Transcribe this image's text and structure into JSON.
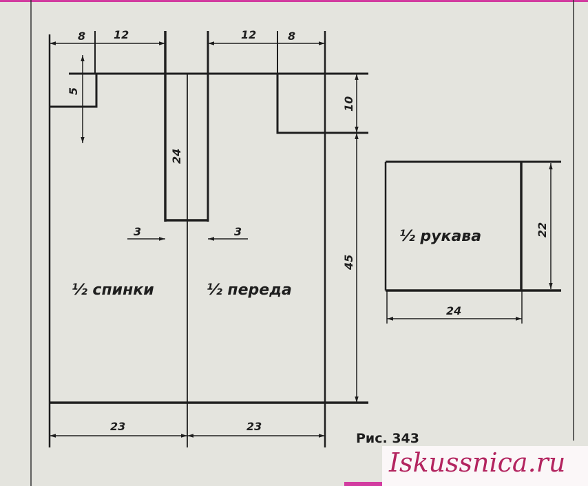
{
  "labels": {
    "back": "½ спинки",
    "front": "½ переда",
    "sleeve": "½ рукава",
    "figure_caption": "Рис. 343"
  },
  "dimensions": {
    "shoulder_left": "8",
    "neck_left": "12",
    "neck_right": "12",
    "shoulder_right": "8",
    "back_neck_depth": "5",
    "front_neck_depth": "10",
    "slit_length": "24",
    "slit_left": "3",
    "slit_right": "3",
    "body_length": "45",
    "back_width": "23",
    "front_width": "23",
    "sleeve_height": "22",
    "sleeve_width": "24"
  },
  "watermark": "Iskussnica.ru",
  "colors": {
    "background": "#e4e4de",
    "ink": "#1e1e1e",
    "watermark": "#b3245f",
    "border": "#d23ca0"
  }
}
